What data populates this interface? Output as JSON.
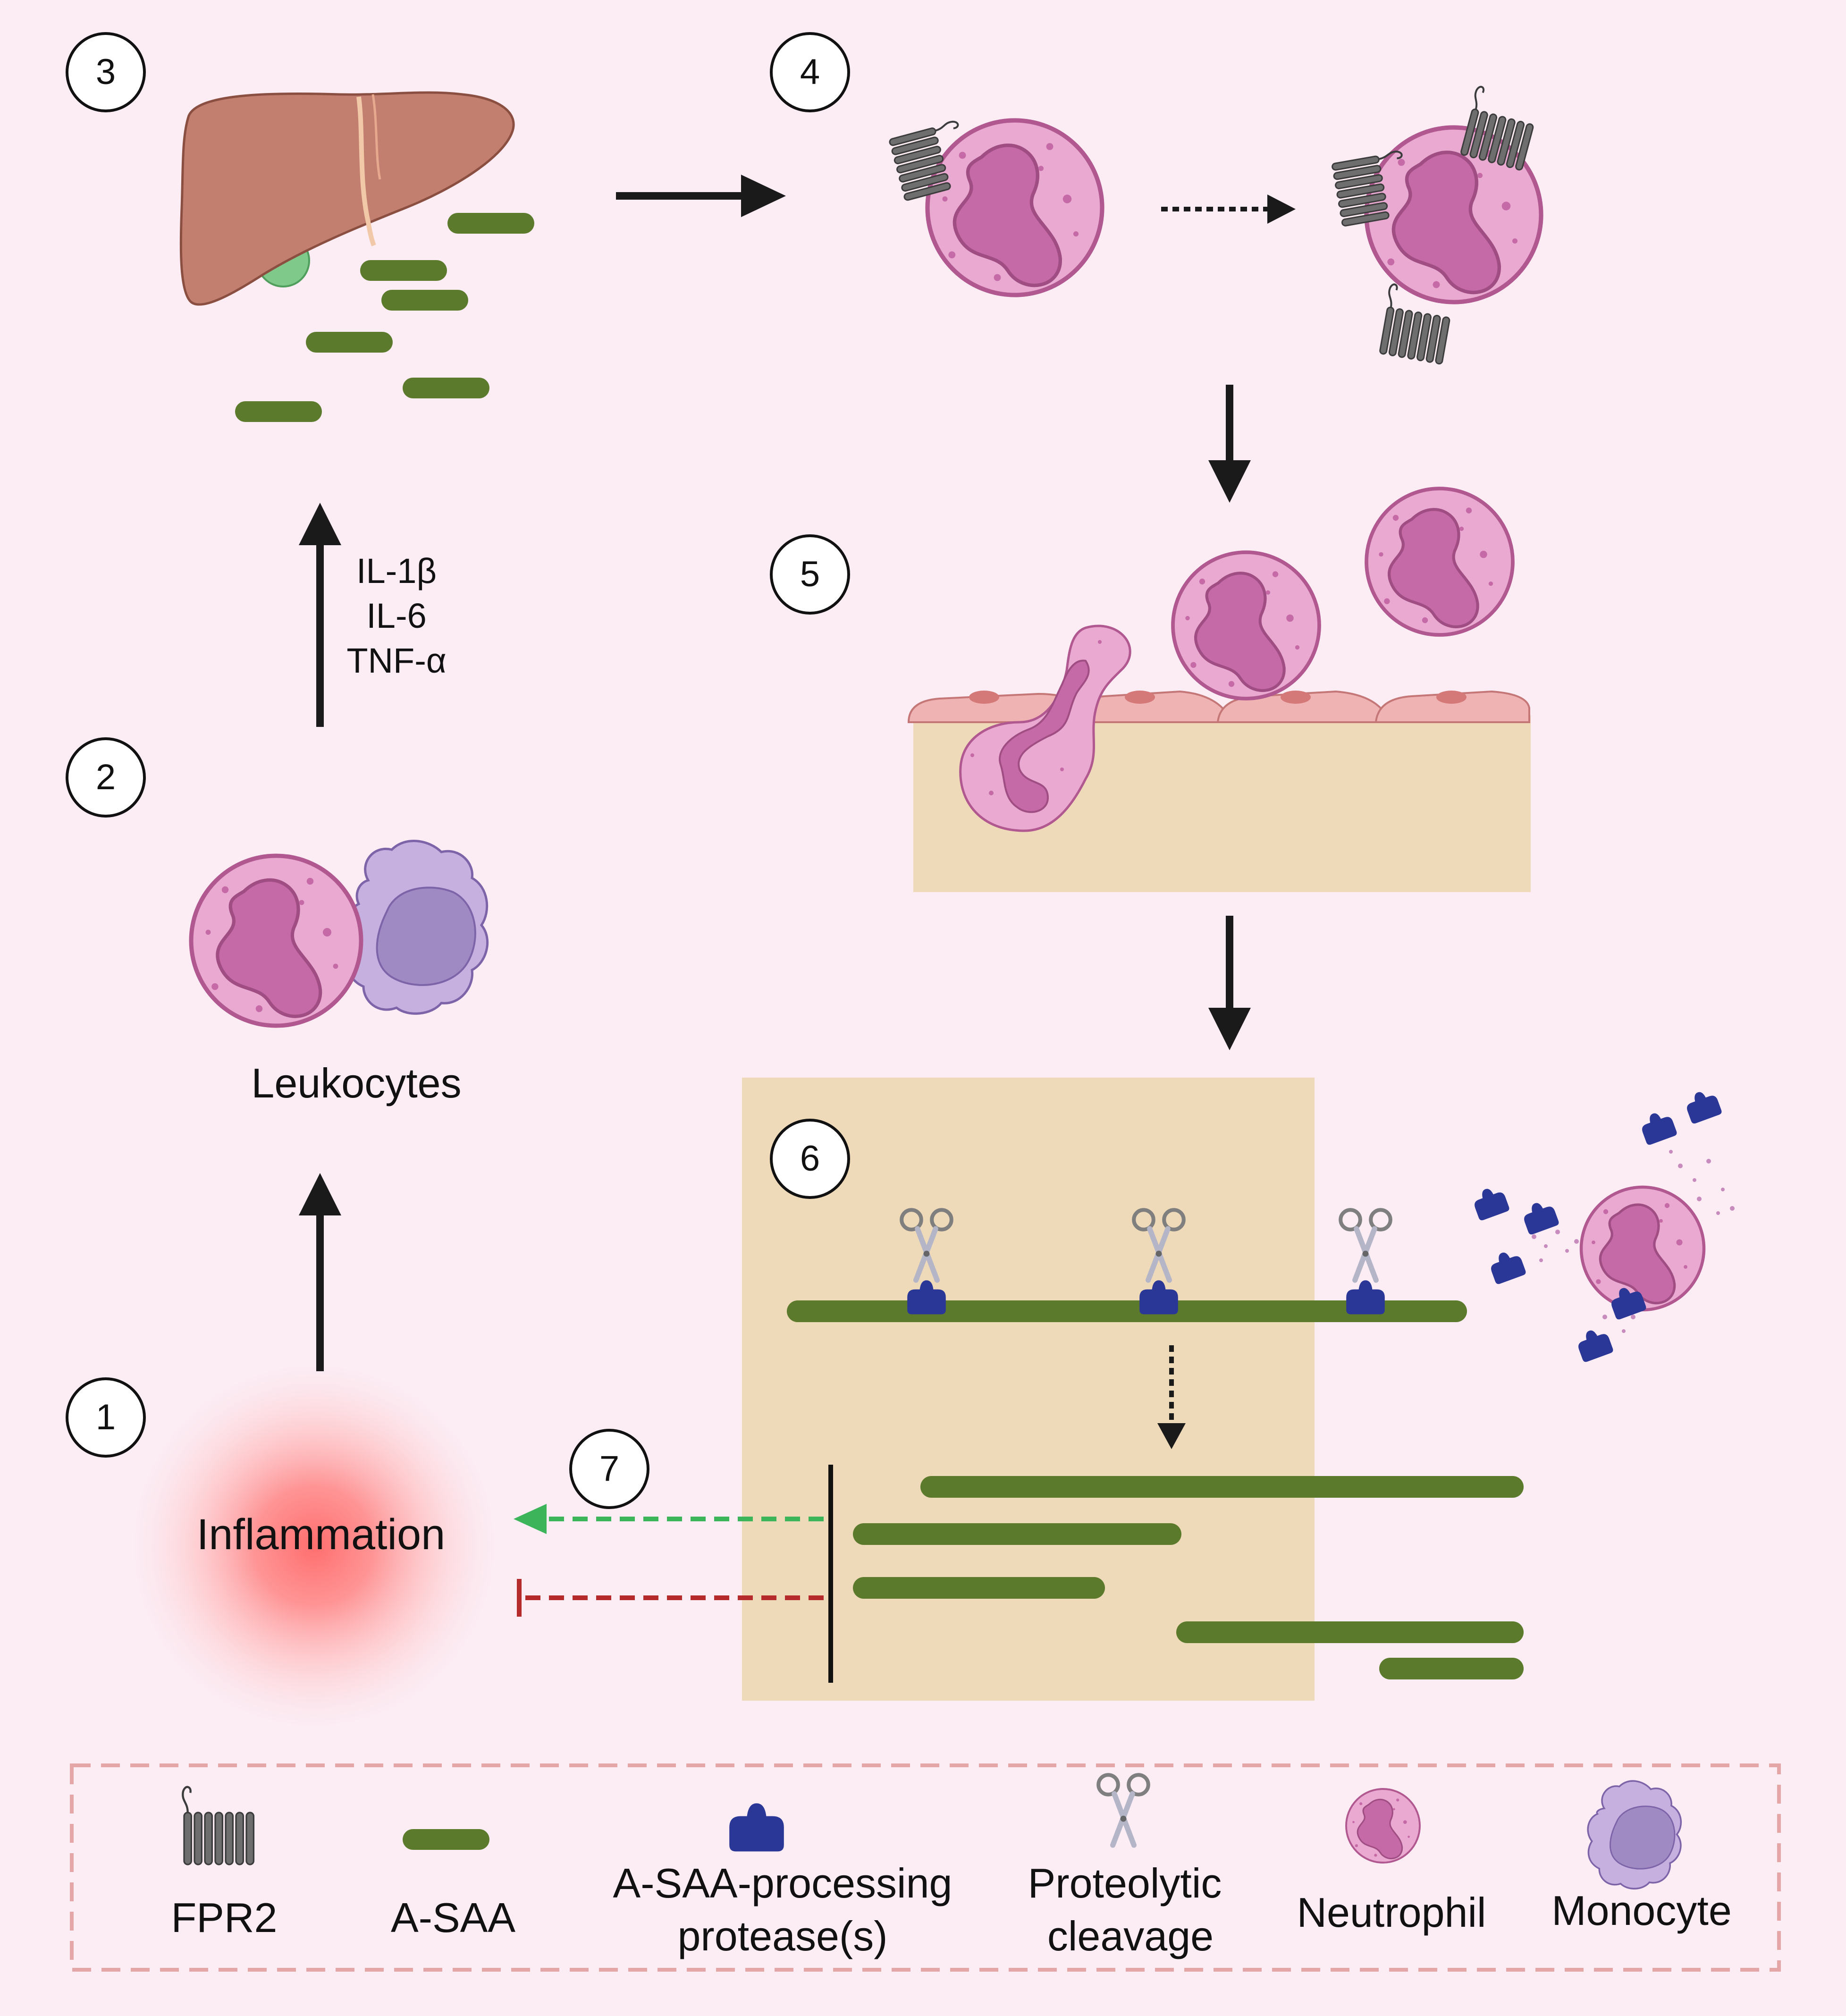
{
  "colors": {
    "background": "#fcedf5",
    "asaa": "#5b7a2c",
    "tissue": "#eed9b8",
    "protease": "#2b3796",
    "neutrophil_body": "#e9a9d0",
    "neutrophil_nucleus": "#c56aa6",
    "monocyte_body": "#c5b0df",
    "monocyte_nucleus": "#a08ac4",
    "liver": "#c27e6e",
    "fpr2": "#6e6e6e",
    "activation_arrow": "#3bb45a",
    "inhibition_line": "#b52a2a",
    "legend_border": "#e4a6a6",
    "endothelium": "#f0b3b3",
    "inflammation": "#ff7373"
  },
  "steps": {
    "s1": "1",
    "s2": "2",
    "s3": "3",
    "s4": "4",
    "s5": "5",
    "s6": "6",
    "s7": "7"
  },
  "labels": {
    "cytokines": [
      "IL-1β",
      "IL-6",
      "TNF-α"
    ],
    "leukocytes": "Leukocytes",
    "inflammation": "Inflammation"
  },
  "legend": {
    "fpr2": "FPR2",
    "asaa": "A-SAA",
    "protease_line1": "A-SAA-processing",
    "protease_line2": "protease(s)",
    "cleavage_line1": "Proteolytic",
    "cleavage_line2": "cleavage",
    "neutrophil": "Neutrophil",
    "monocyte": "Monocyte"
  },
  "icons": {
    "liver": "liver-icon",
    "neutrophil": "neutrophil-icon",
    "monocyte": "monocyte-icon",
    "receptor": "fpr2-receptor-icon",
    "protease": "protease-icon",
    "scissors": "scissors-icon"
  }
}
